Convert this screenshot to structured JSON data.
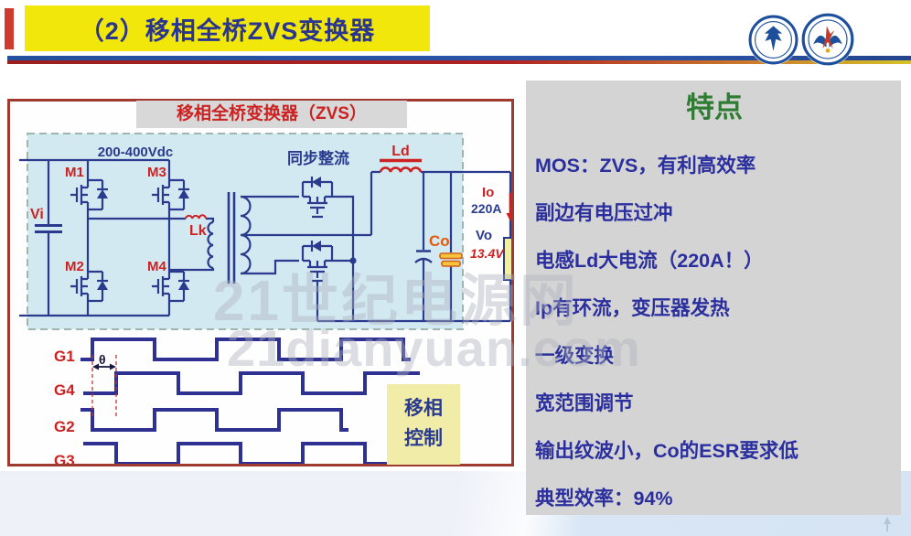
{
  "header": {
    "title": "（2）移相全桥ZVS变换器"
  },
  "logos": {
    "logo1_name": "university-seal-blue",
    "logo2_name": "institute-seal-wings"
  },
  "left_panel": {
    "title": "移相全桥变换器（ZVS）",
    "circuit": {
      "input_voltage": "200-400Vdc",
      "labels": {
        "vi": "Vi",
        "m1": "M1",
        "m2": "M2",
        "m3": "M3",
        "m4": "M4",
        "lk": "Lk",
        "sync_rect": "同步整流",
        "ld": "Ld",
        "co": "Co",
        "io": "Io",
        "io_value": "220A",
        "vo": "Vo",
        "vo_value": "13.4V"
      }
    },
    "waveforms": {
      "g1": "G1",
      "g4": "G4",
      "g2": "G2",
      "g3": "G3",
      "theta": "θ"
    },
    "control_box": {
      "line1": "移相",
      "line2": "控制"
    }
  },
  "right_panel": {
    "title": "特点",
    "features": [
      "MOS：ZVS，有利高效率",
      "副边有电压过冲",
      "电感Ld大电流（220A！）",
      "Ip有环流，变压器发热",
      "一级变换",
      "宽范围调节",
      "输出纹波小，Co的ESR要求低",
      "典型效率：94%"
    ]
  },
  "watermark": {
    "line1": "21世纪电源网",
    "line2": "21dianyuan.com"
  },
  "colors": {
    "banner_yellow": "#f2e70a",
    "title_blue": "#2a3590",
    "circuit_blue": "#2a3b8f",
    "label_red": "#cc2222",
    "feature_green": "#2e7d32",
    "panel_gray": "#d4d4d4",
    "shaded_region": "#d3e9f1",
    "control_box_yellow": "#f1eda8"
  }
}
